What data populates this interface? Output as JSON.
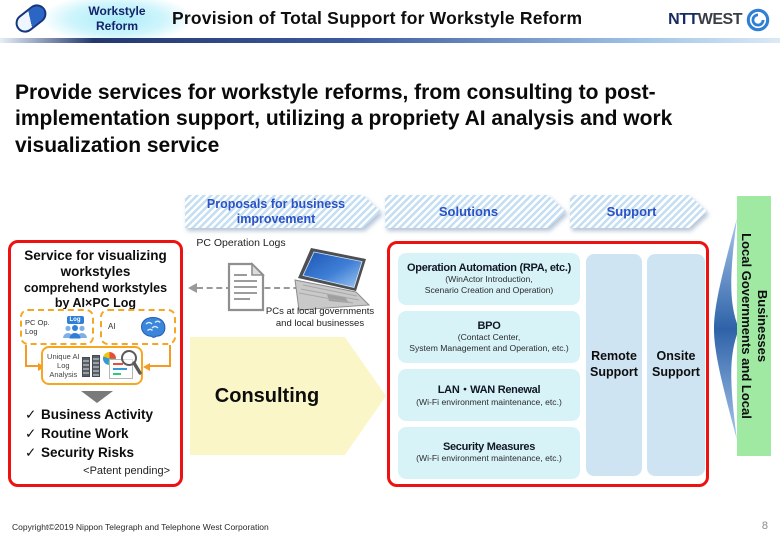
{
  "header": {
    "badge_line1": "Workstyle",
    "badge_line2": "Reform",
    "title": "Provision of Total Support for Workstyle Reform",
    "logo_ntt": "NTT",
    "logo_west": "WEST"
  },
  "lead": {
    "line1": "Provide services for workstyle reforms, from consulting to post-",
    "line2": "implementation support, utilizing a propriety AI analysis and work",
    "line3": "visualization service"
  },
  "process_banners": {
    "proposals": "Proposals for business improvement",
    "solutions": "Solutions",
    "support": "Support"
  },
  "visualizing_panel": {
    "title": "Service for visualizing workstyles",
    "subtitle": "comprehend workstyles by AI×PC Log",
    "pc_log_box": "PC Op. Log",
    "log_tag": "Log",
    "ai_box": "AI",
    "analysis_box": "Unique AI Log Analysis",
    "check_glyph": "✓",
    "checklist": [
      {
        "label": "Business Activity"
      },
      {
        "label": "Routine Work"
      },
      {
        "label": "Security Risks"
      }
    ],
    "patent_note": "<Patent pending>"
  },
  "input_flow": {
    "logs_label": "PC Operation Logs",
    "pcs_caption": "PCs at local governments and local businesses"
  },
  "consulting": {
    "label": "Consulting"
  },
  "solutions_panel": {
    "boxes": [
      {
        "title": "Operation Automation (RPA, etc.)",
        "sub1": "(WinActor Introduction,",
        "sub2": "Scenario Creation and Operation)"
      },
      {
        "title": "BPO",
        "sub1": "(Contact Center,",
        "sub2": "System Management and Operation, etc.)"
      },
      {
        "title": "LAN・WAN Renewal",
        "sub1": "(Wi-Fi environment maintenance, etc.)",
        "sub2": ""
      },
      {
        "title": "Security Measures",
        "sub1": "(Wi-Fi environment maintenance, etc.)",
        "sub2": ""
      }
    ],
    "remote_label": "Remote Support",
    "onsite_label": "Onsite Support"
  },
  "customers_bar": {
    "line1": "Local Governments and Local",
    "line2": "Businesses"
  },
  "footer": {
    "copyright": "Copyright©2019 Nippon Telegraph and Telephone West Corporation",
    "page_number": "8"
  },
  "colors": {
    "accent_red": "#ee1111",
    "solution_cyan": "#d8f3f8",
    "support_blue": "#cfe4f3",
    "customers_green": "#9fe9a2",
    "consulting_yellow": "#faf6c8",
    "banner_text_blue": "#2a52c4",
    "connector_orange": "#f59a23",
    "header_navy": "#24386e"
  }
}
